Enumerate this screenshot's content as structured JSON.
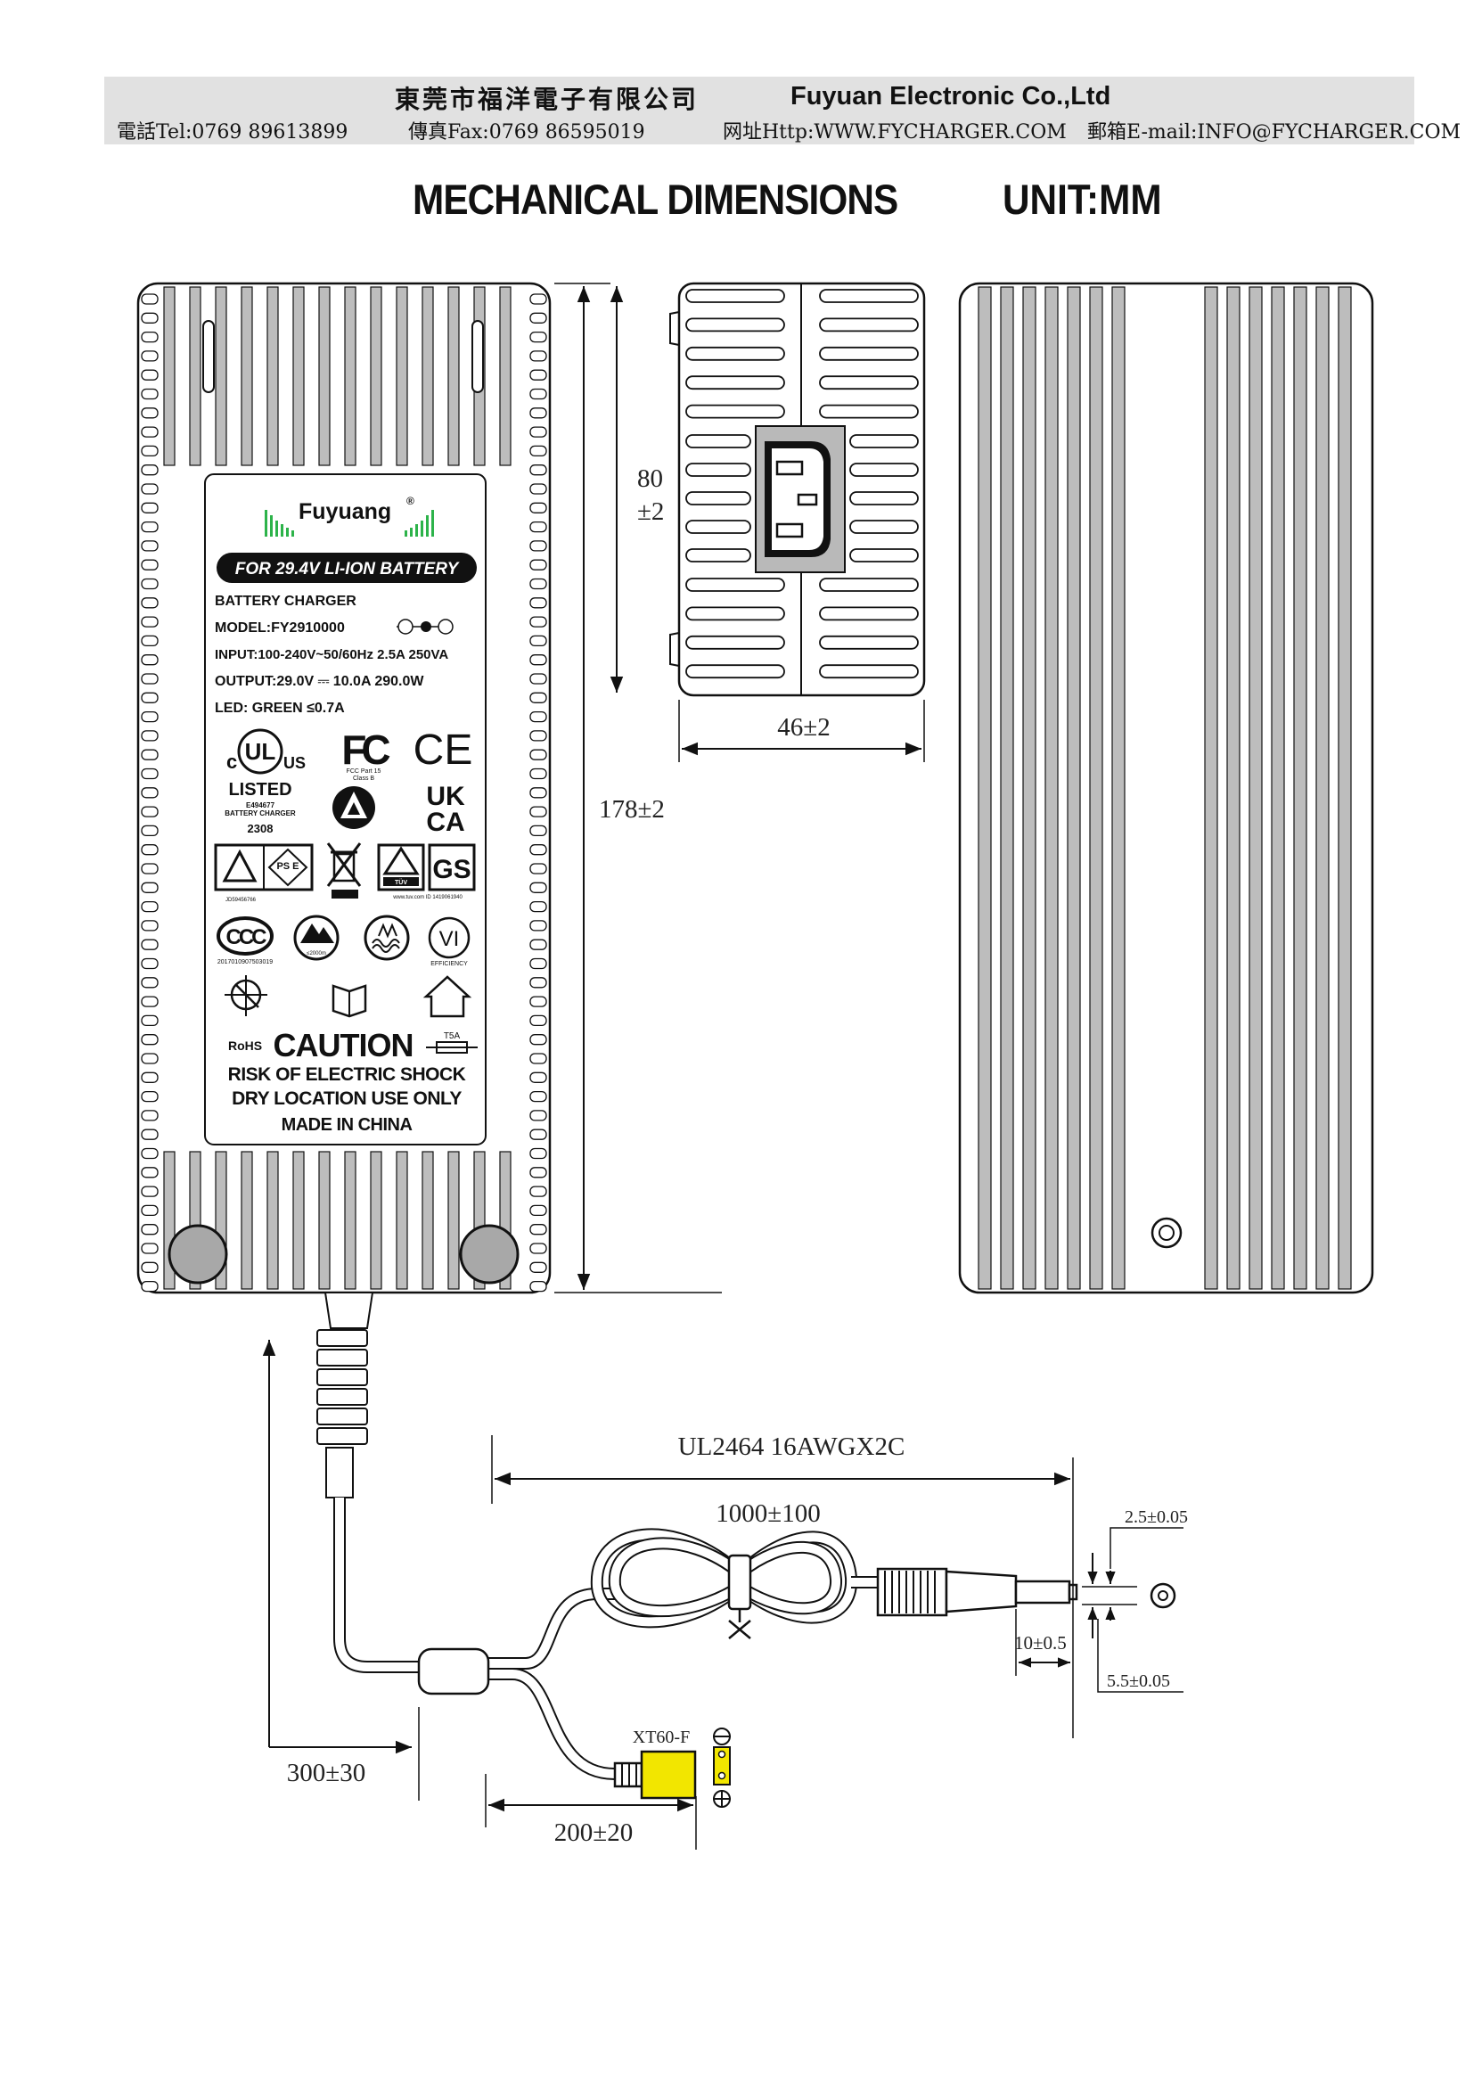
{
  "header": {
    "company_cn": "東莞市福洋電子有限公司",
    "company_en": "Fuyuan Electronic Co.,Ltd",
    "tel": "電話Tel:0769 89613899",
    "fax": "傳真Fax:0769 86595019",
    "web": "网址Http:WWW.FYCHARGER.COM",
    "email": "郵箱E-mail:INFO@FYCHARGER.COM"
  },
  "title": "MECHANICAL DIMENSIONS",
  "unit": "UNIT:MM",
  "label": {
    "brand": "Fuyuang",
    "registered": "®",
    "battery_banner": "FOR 29.4V LI-ION BATTERY",
    "product": "BATTERY CHARGER",
    "model": "MODEL:FY2910000",
    "input": "INPUT:100-240V~50/60Hz 2.5A 250VA",
    "output": "OUTPUT:29.0V ⎓ 10.0A 290.0W",
    "led": "LED: GREEN  ≤0.7A",
    "ul_c": "c",
    "ul": "UL",
    "ul_us": "US",
    "listed": "LISTED",
    "ul_file": "E494677",
    "ul_cat": "BATTERY CHARGER",
    "ul_num": "2308",
    "fc": "FC",
    "fcc_note1": "FCC Part 15",
    "fcc_note2": "Class B",
    "ce": "CE",
    "ukca_top": "UK",
    "ukca_bottom": "CA",
    "pse": "PS E",
    "gs": "GS",
    "tuv_text": "TÜV",
    "tuv_id": "www.tuv.com  ID 1419061940",
    "jd_id": "JD59456766",
    "ccc": "CCC",
    "ccc_id": "2017010907503019",
    "altitude": "≤2000m",
    "vi": "VI",
    "efficiency": "EFFICIENCY",
    "rohs": "RoHS",
    "caution": "CAUTION",
    "fuse": "T5A",
    "warn1": "RISK OF ELECTRIC SHOCK",
    "warn2": "DRY LOCATION USE ONLY",
    "made": "MADE IN CHINA"
  },
  "dimensions": {
    "inlet_height_value": "80",
    "inlet_height_tol": "±2",
    "width": "46±2",
    "length": "178±2",
    "cable_spec": "UL2464 16AWGX2C",
    "cable_length": "1000±100",
    "pin_diameter": "2.5±0.05",
    "barrel_depth": "10±0.5",
    "outer_diameter": "5.5±0.05",
    "split_length": "300±30",
    "branch_length": "200±20",
    "connector": "XT60-F"
  },
  "colors": {
    "fin_fill": "#bdbdbd",
    "foot_fill": "#a8a8a8",
    "xt60_fill": "#f2e600",
    "header_bg": "#e1e1e1",
    "logo_green": "#2db34a"
  }
}
